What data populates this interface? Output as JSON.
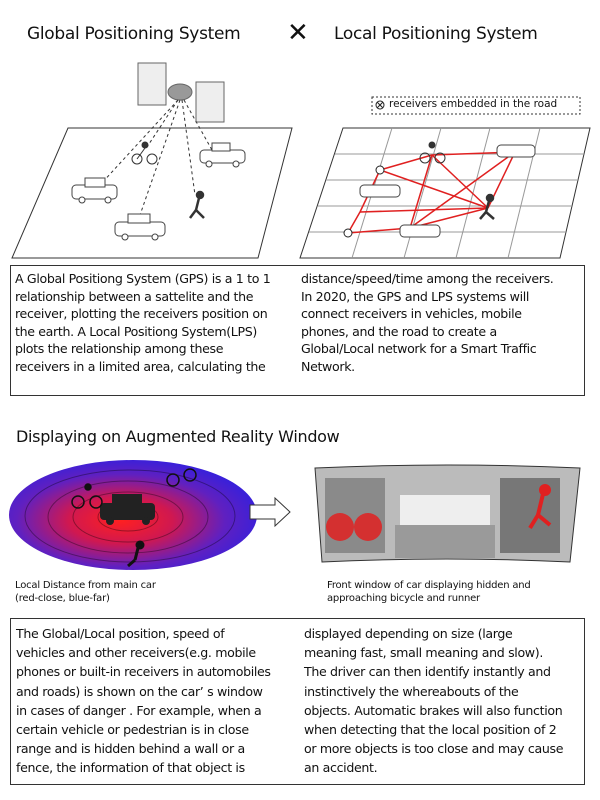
{
  "header": {
    "gps_title": "Global Positioning System",
    "versus": "✕",
    "lps_title": "Local Positioning System",
    "legend": "receivers embedded in the road"
  },
  "text1": {
    "left": [
      "A Global Positiong System (GPS) is a 1 to 1",
      "relationship between a sattelite and the",
      "receiver, plotting the receivers position on",
      "the earth. A Local Positiong System(LPS)",
      "plots the relationship among these",
      "receivers in a limited area, calculating the"
    ],
    "right": [
      "distance/speed/time among the receivers.",
      "In 2020, the GPS and LPS systems will",
      "connect receivers in vehicles, mobile",
      "phones, and the road to create a",
      "Global/Local network for a Smart Traffic",
      "Network."
    ]
  },
  "ar": {
    "heading": "Displaying on Augmented Reality Window",
    "caption_left": [
      "Local Distance from main car",
      "(red-close, blue-far)"
    ],
    "caption_right": [
      "Front window of car displaying hidden and",
      "approaching bicycle and runner"
    ]
  },
  "text2": {
    "left": [
      "The Global/Local position, speed of",
      "vehicles and other receivers(e.g. mobile",
      "phones or built-in receivers in automobiles",
      "and roads) is shown on the car’ s window",
      "in cases of danger . For example, when a",
      "certain vehicle or pedestrian is in close",
      "range and is hidden behind a wall or a",
      "fence, the information of that object is"
    ],
    "right": [
      "displayed depending on size (large",
      "meaning fast, small meaning and slow).",
      "The driver can then identify instantly and",
      "instinctively the whereabouts of the",
      "objects. Automatic brakes will also function",
      "when detecting that the local position of 2",
      "or more objects is too close and may cause",
      "an accident."
    ]
  },
  "colors": {
    "red": "#e02020",
    "blue": "#3020d0"
  }
}
